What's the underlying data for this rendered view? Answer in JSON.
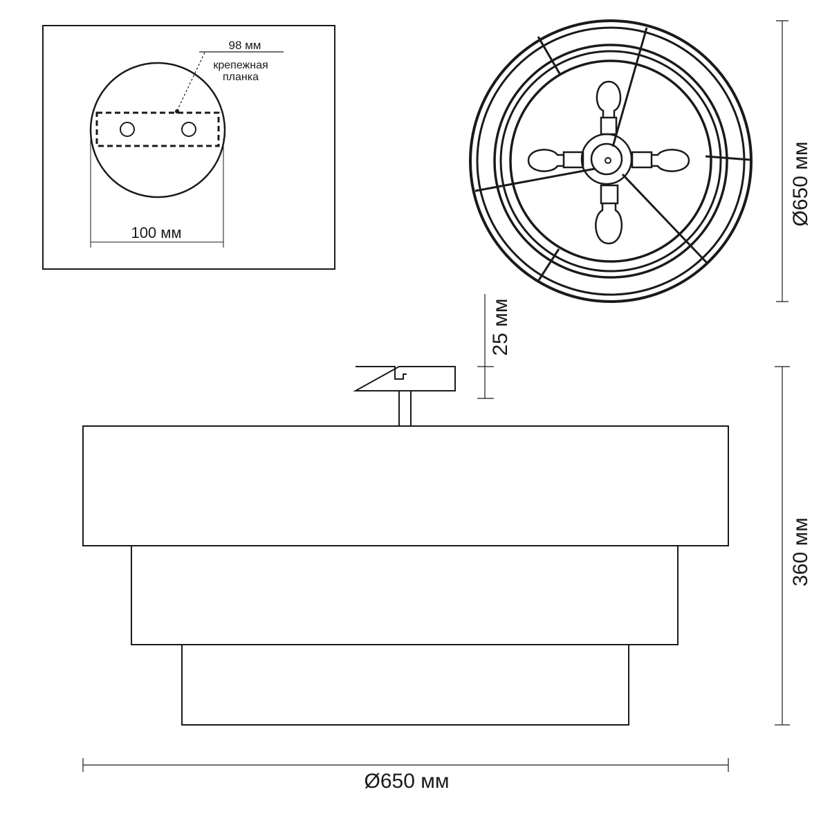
{
  "mount_detail": {
    "plate_width": "98 мм",
    "plate_name_line1": "крепежная",
    "plate_name_line2": "планка",
    "base_diameter": "100 мм"
  },
  "top_view": {
    "diameter": "Ø650 мм"
  },
  "side_view": {
    "canopy_height": "25 мм",
    "total_height": "360 мм",
    "diameter": "Ø650 мм"
  },
  "colors": {
    "line": "#1a1a1a",
    "background": "#ffffff"
  }
}
